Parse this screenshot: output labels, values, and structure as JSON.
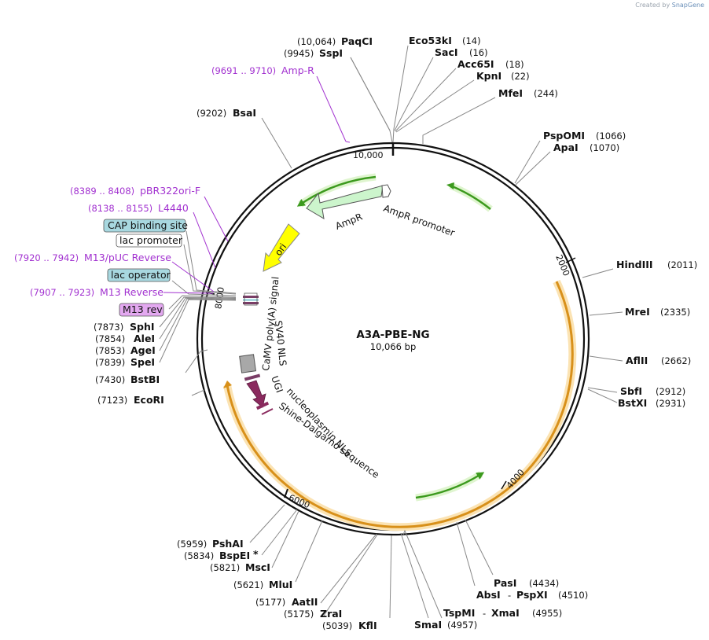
{
  "credit": {
    "prefix": "Created by",
    "brand": "SnapGene"
  },
  "plasmid": {
    "name": "A3A-PBE-NG",
    "size_label": "10,066 bp",
    "length": 10066
  },
  "ticks": [
    {
      "label": "10,000",
      "pos": 10000
    },
    {
      "label": "2000",
      "pos": 2000
    },
    {
      "label": "4000",
      "pos": 4000
    },
    {
      "label": "6000",
      "pos": 6000
    },
    {
      "label": "8000",
      "pos": 8000
    }
  ],
  "enzymes": [
    {
      "name": "PaqCI",
      "pos": 10064,
      "pos_label": "(10,064)"
    },
    {
      "name": "SspI",
      "pos": 9945,
      "pos_label": "(9945)"
    },
    {
      "name": "Eco53kI",
      "pos": 14,
      "pos_label": "(14)"
    },
    {
      "name": "SacI",
      "pos": 16,
      "pos_label": "(16)"
    },
    {
      "name": "Acc65I",
      "pos": 18,
      "pos_label": "(18)"
    },
    {
      "name": "KpnI",
      "pos": 22,
      "pos_label": "(22)"
    },
    {
      "name": "MfeI",
      "pos": 244,
      "pos_label": "(244)"
    },
    {
      "name": "BsaI",
      "pos": 9202,
      "pos_label": "(9202)"
    },
    {
      "name": "PspOMI",
      "pos": 1066,
      "pos_label": "(1066)"
    },
    {
      "name": "ApaI",
      "pos": 1070,
      "pos_label": "(1070)"
    },
    {
      "name": "HindIII",
      "pos": 2011,
      "pos_label": "(2011)"
    },
    {
      "name": "MreI",
      "pos": 2335,
      "pos_label": "(2335)"
    },
    {
      "name": "AflII",
      "pos": 2662,
      "pos_label": "(2662)"
    },
    {
      "name": "SbfI",
      "pos": 2912,
      "pos_label": "(2912)"
    },
    {
      "name": "BstXI",
      "pos": 2931,
      "pos_label": "(2931)"
    },
    {
      "name": "PasI",
      "pos": 4434,
      "pos_label": "(4434)"
    },
    {
      "name": "AbsI",
      "pos": 4510,
      "pos_label": "",
      "joiner": "-"
    },
    {
      "name": "PspXI",
      "pos": 4510,
      "pos_label": "(4510)"
    },
    {
      "name": "TspMI",
      "pos": 4955,
      "pos_label": "",
      "joiner": "-"
    },
    {
      "name": "XmaI",
      "pos": 4955,
      "pos_label": "(4955)"
    },
    {
      "name": "SmaI",
      "pos": 4957,
      "pos_label": "(4957)"
    },
    {
      "name": "KflI",
      "pos": 5039,
      "pos_label": "(5039)"
    },
    {
      "name": "ZraI",
      "pos": 5175,
      "pos_label": "(5175)"
    },
    {
      "name": "AatII",
      "pos": 5177,
      "pos_label": "(5177)"
    },
    {
      "name": "MluI",
      "pos": 5621,
      "pos_label": "(5621)"
    },
    {
      "name": "MscI",
      "pos": 5821,
      "pos_label": "(5821)"
    },
    {
      "name": "BspEI",
      "pos": 5834,
      "pos_label": "(5834)",
      "star": "*"
    },
    {
      "name": "PshAI",
      "pos": 5959,
      "pos_label": "(5959)"
    },
    {
      "name": "EcoRI",
      "pos": 7123,
      "pos_label": "(7123)"
    },
    {
      "name": "BstBI",
      "pos": 7430,
      "pos_label": "(7430)"
    },
    {
      "name": "SpeI",
      "pos": 7839,
      "pos_label": "(7839)"
    },
    {
      "name": "AgeI",
      "pos": 7853,
      "pos_label": "(7853)"
    },
    {
      "name": "AleI",
      "pos": 7854,
      "pos_label": "(7854)"
    },
    {
      "name": "SphI",
      "pos": 7873,
      "pos_label": "(7873)"
    }
  ],
  "primers": [
    {
      "name": "Amp-R",
      "range": "(9691 .. 9710)"
    },
    {
      "name": "pBR322ori-F",
      "range": "(8389 .. 8408)"
    },
    {
      "name": "L4440",
      "range": "(8138 .. 8155)"
    },
    {
      "name": "M13/pUC Reverse",
      "range": "(7920 .. 7942)"
    },
    {
      "name": "M13 Reverse",
      "range": "(7907 .. 7923)"
    }
  ],
  "boxed_features": [
    {
      "name": "CAP binding site",
      "color": "#a8d8e0"
    },
    {
      "name": "lac promoter",
      "color": "#ffffff"
    },
    {
      "name": "lac operator",
      "color": "#a8d8e0"
    },
    {
      "name": "M13 rev",
      "color": "#e3a8f0"
    }
  ],
  "features": [
    {
      "name": "AmpR",
      "color": "#ccf5cc"
    },
    {
      "name": "AmpR promoter",
      "color": "#ffffff"
    },
    {
      "name": "ori",
      "color": "#ffff00"
    },
    {
      "name": "SV40 NLS",
      "color": "#7a3d66"
    },
    {
      "name": "CaMV poly(A) signal",
      "color": "#a8a8a8"
    },
    {
      "name": "UGI",
      "color": "#8a2a5e"
    },
    {
      "name": "nucleoplasmin NLS",
      "color": "#8a2a5e"
    },
    {
      "name": "Shine-Dalgarno sequence",
      "color": "#8a2a5e"
    }
  ],
  "colors": {
    "backbone": "#111111",
    "orange_arc": "#f2a31c",
    "green_arc": "#3c9a1e",
    "enzyme_line": "#888888",
    "primer": "#a232d0"
  }
}
